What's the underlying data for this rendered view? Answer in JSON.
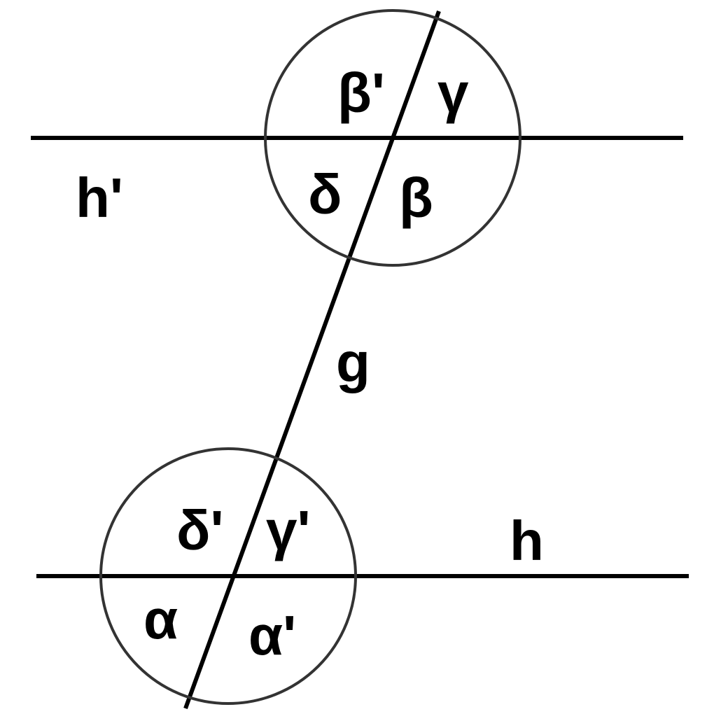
{
  "lines": {
    "h_prime": "h'",
    "h": "h",
    "g": "g"
  },
  "angles_upper": {
    "beta_prime": "β'",
    "gamma": "γ",
    "delta": "δ",
    "beta": "β"
  },
  "angles_lower": {
    "delta_prime": "δ'",
    "gamma_prime": "γ'",
    "alpha": "α",
    "alpha_prime": "α'"
  },
  "colors": {
    "line": "#000000",
    "circle": "#333333",
    "background": "#ffffff"
  }
}
